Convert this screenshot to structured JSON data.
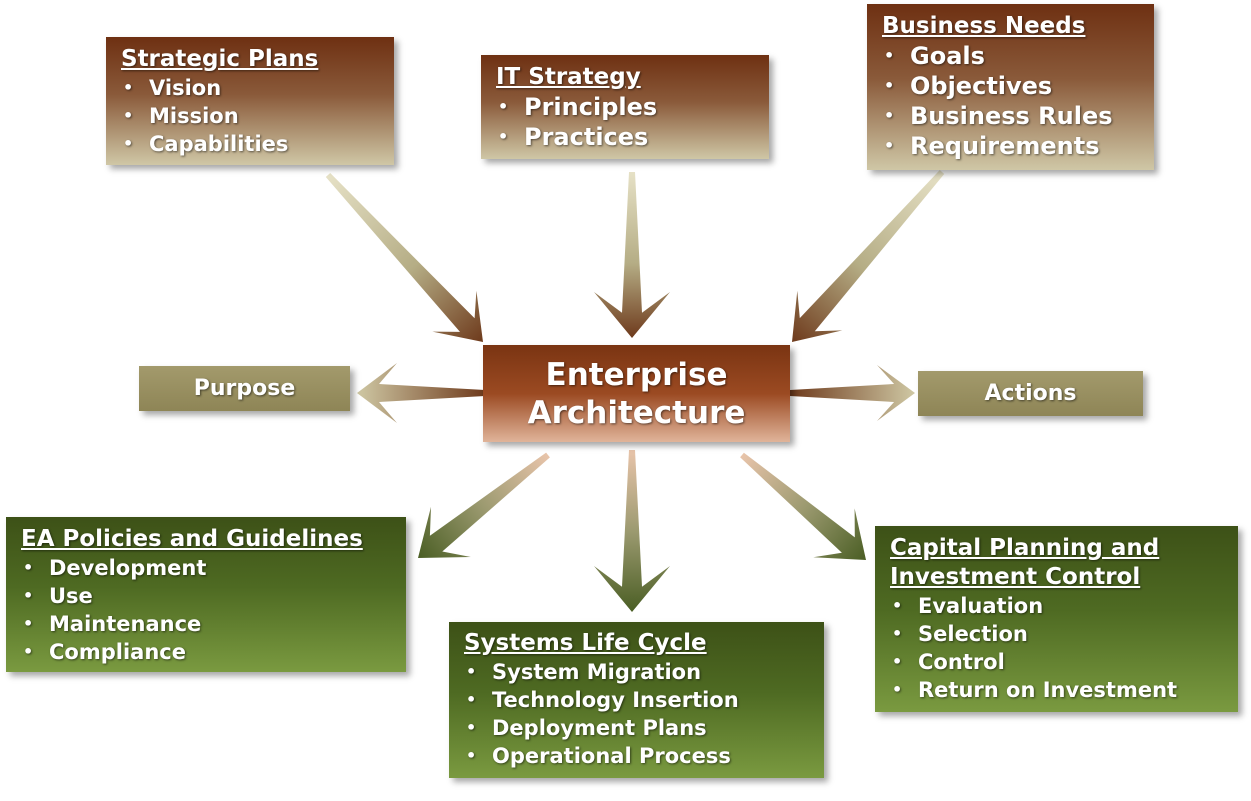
{
  "center": {
    "line1": "Enterprise",
    "line2": "Architecture"
  },
  "strategic_plans": {
    "title": "Strategic Plans",
    "items": [
      "Vision",
      "Mission",
      "Capabilities"
    ]
  },
  "it_strategy": {
    "title": "IT Strategy",
    "items": [
      "Principles",
      "Practices"
    ]
  },
  "business_needs": {
    "title": "Business Needs",
    "items": [
      "Goals",
      "Objectives",
      "Business Rules",
      "Requirements"
    ]
  },
  "purpose": {
    "label": "Purpose"
  },
  "actions": {
    "label": "Actions"
  },
  "ea_policies": {
    "title": "EA Policies and Guidelines",
    "items": [
      "Development",
      "Use",
      "Maintenance",
      "Compliance"
    ]
  },
  "systems_life_cycle": {
    "title": "Systems Life Cycle",
    "items": [
      "System Migration",
      "Technology Insertion",
      "Deployment Plans",
      "Operational Process"
    ]
  },
  "capital_planning": {
    "title_line1": "Capital Planning and",
    "title_line2": "Investment Control",
    "items": [
      "Evaluation",
      "Selection",
      "Control",
      "Return on Investment"
    ]
  },
  "colors": {
    "brown": "#6e3012",
    "green": "#4e6a22",
    "tan": "#9a9162",
    "arrow_light": "#d8d2b0"
  }
}
